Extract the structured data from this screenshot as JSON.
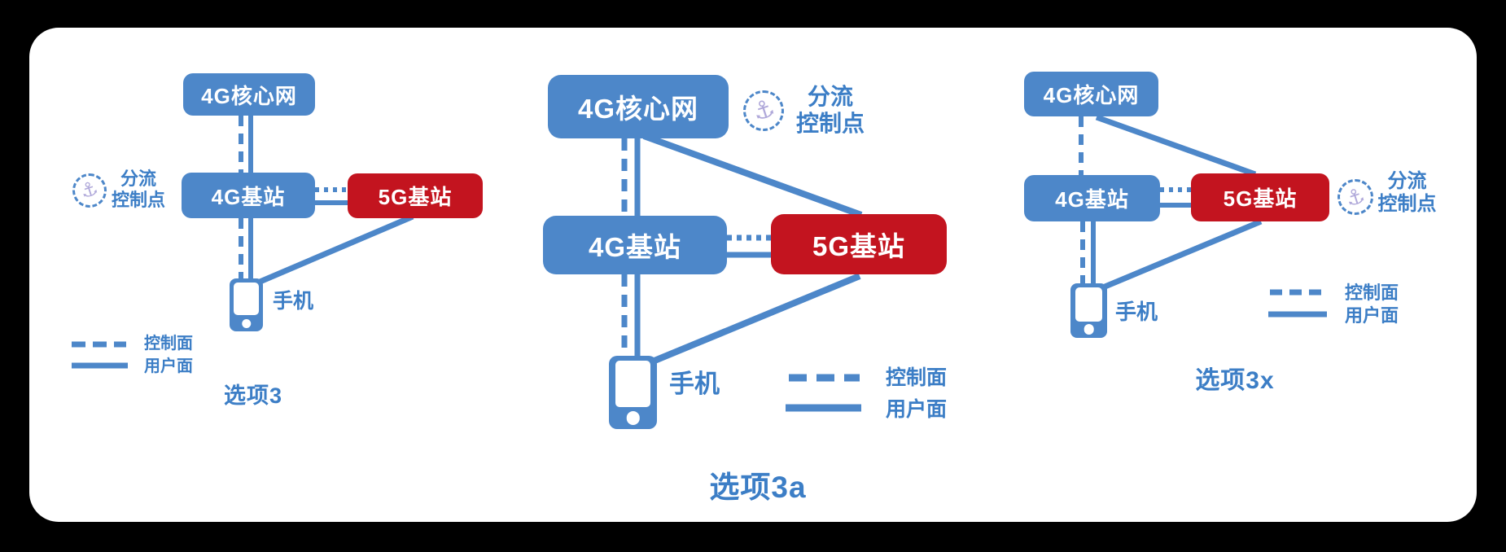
{
  "page": {
    "background_color": "#000000",
    "card_background_color": "#ffffff"
  },
  "colors": {
    "node_blue": "#4d87c9",
    "node_red": "#c3141f",
    "line_blue": "#4d87c9",
    "label_blue": "#3c7ec6",
    "anchor_purple": "#b0a9da"
  },
  "shared": {
    "anchor_icon_name": "anchor-icon",
    "anchor_point": {
      "line1": "分流",
      "line2": "控制点"
    },
    "legend": {
      "control_plane": "控制面",
      "user_plane": "用户面"
    }
  },
  "diagrams": [
    {
      "caption": "选项3",
      "nodes": {
        "core_4g": "4G核心网",
        "bs_4g": "4G基站",
        "bs_5g": "5G基站",
        "phone": "手机"
      },
      "anchor_at": "4G基站",
      "edges": [
        {
          "from": "4G核心网",
          "to": "4G基站",
          "planes": "control+user"
        },
        {
          "from": "4G基站",
          "to": "5G基站",
          "planes": "control+user"
        },
        {
          "from": "4G基站",
          "to": "手机",
          "planes": "control+user"
        },
        {
          "from": "5G基站",
          "to": "手机",
          "planes": "user"
        }
      ]
    },
    {
      "caption": "选项3a",
      "nodes": {
        "core_4g": "4G核心网",
        "bs_4g": "4G基站",
        "bs_5g": "5G基站",
        "phone": "手机"
      },
      "anchor_at": "4G核心网",
      "edges": [
        {
          "from": "4G核心网",
          "to": "4G基站",
          "planes": "control+user"
        },
        {
          "from": "4G核心网",
          "to": "5G基站",
          "planes": "user"
        },
        {
          "from": "4G基站",
          "to": "5G基站",
          "planes": "control+user"
        },
        {
          "from": "4G基站",
          "to": "手机",
          "planes": "control+user"
        },
        {
          "from": "5G基站",
          "to": "手机",
          "planes": "user"
        }
      ]
    },
    {
      "caption": "选项3x",
      "nodes": {
        "core_4g": "4G核心网",
        "bs_4g": "4G基站",
        "bs_5g": "5G基站",
        "phone": "手机"
      },
      "anchor_at": "5G基站",
      "edges": [
        {
          "from": "4G核心网",
          "to": "4G基站",
          "planes": "control"
        },
        {
          "from": "4G核心网",
          "to": "5G基站",
          "planes": "user"
        },
        {
          "from": "4G基站",
          "to": "5G基站",
          "planes": "control+user"
        },
        {
          "from": "4G基站",
          "to": "手机",
          "planes": "control+user"
        },
        {
          "from": "5G基站",
          "to": "手机",
          "planes": "user"
        }
      ]
    }
  ]
}
